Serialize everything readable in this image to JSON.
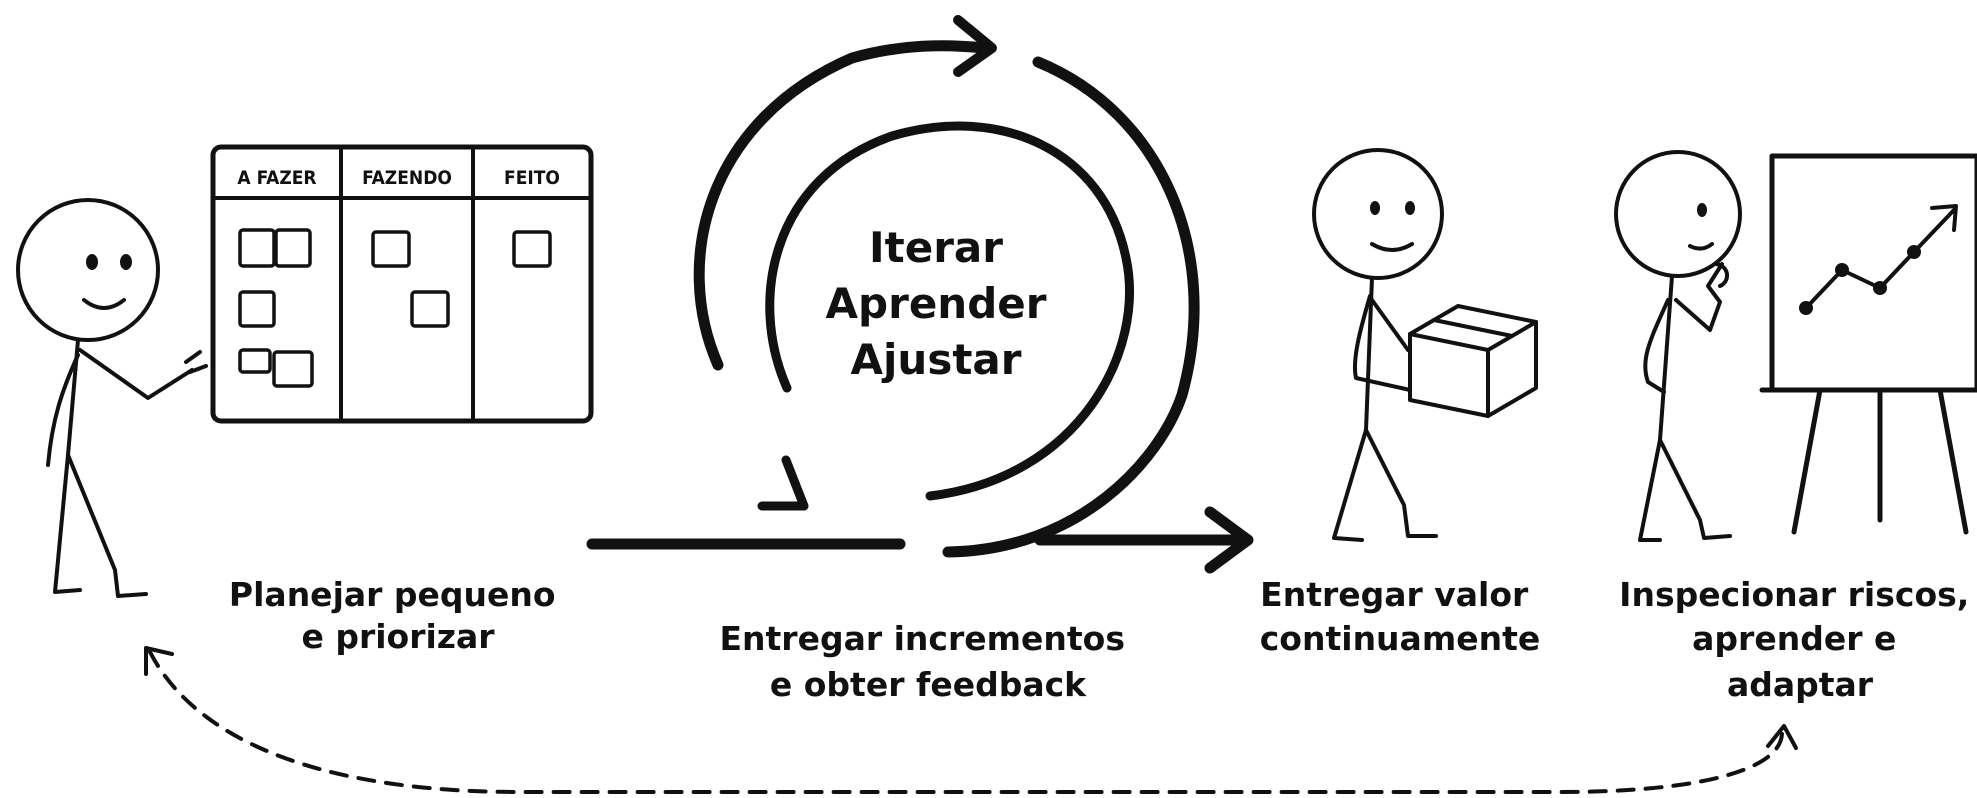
{
  "kanban": {
    "columns": [
      "A FAZER",
      "FAZENDO",
      "FEITO"
    ]
  },
  "loop": {
    "words": [
      "Iterar",
      "Aprender",
      "Ajustar"
    ]
  },
  "stages": [
    {
      "lines": [
        "Planejar pequeno",
        "e priorizar"
      ]
    },
    {
      "lines": [
        "Entregar incrementos",
        "e obter feedback"
      ]
    },
    {
      "lines": [
        "Entregar valor",
        "continuamente"
      ]
    },
    {
      "lines": [
        "Inspecionar riscos,",
        "aprender e",
        "adaptar"
      ]
    }
  ],
  "colors": {
    "ink": "#111111",
    "background": "#ffffff"
  }
}
